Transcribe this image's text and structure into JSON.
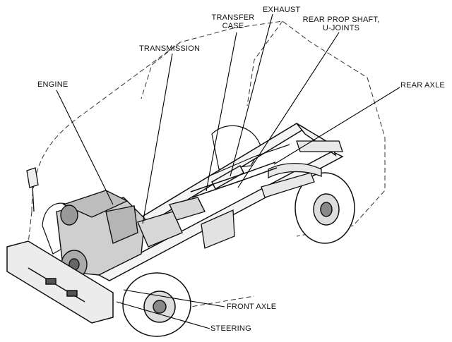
{
  "labels": {
    "engine": "ENGINE",
    "transmission": "TRANSMISSION",
    "transfer_case_line1": "TRANSFER",
    "transfer_case_line2": "CASE",
    "exhaust": "EXHAUST",
    "rear_prop_line1": "REAR PROP SHAFT,",
    "rear_prop_line2": "U-JOINTS",
    "rear_axle": "REAR AXLE",
    "front_axle": "FRONT AXLE",
    "steering": "STEERING"
  }
}
